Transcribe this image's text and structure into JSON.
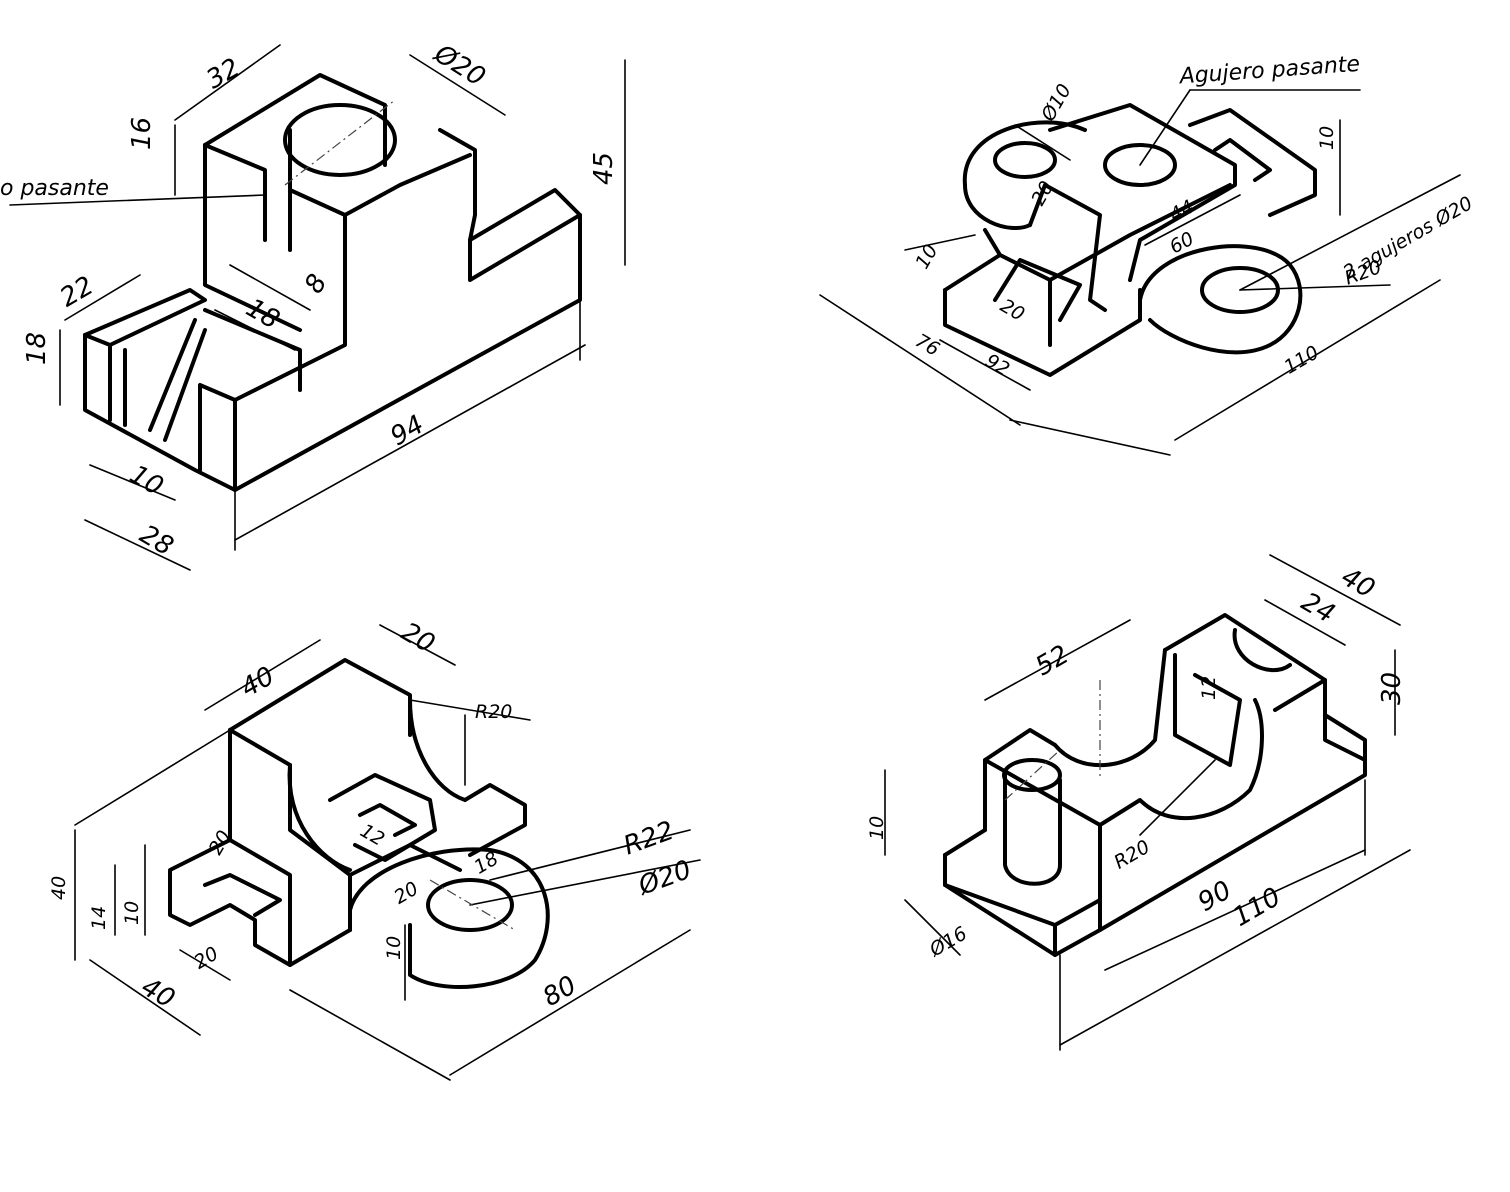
{
  "drawings": [
    {
      "id": "top-left",
      "note": "o pasante",
      "dims": [
        "32",
        "Ø20",
        "16",
        "45",
        "22",
        "18",
        "8",
        "18",
        "94",
        "10",
        "28"
      ]
    },
    {
      "id": "top-right",
      "note": "Agujero pasante",
      "dims": [
        "Ø10",
        "10",
        "20",
        "44",
        "60",
        "2 agujeros Ø20",
        "R20",
        "10",
        "20",
        "76",
        "92",
        "110"
      ]
    },
    {
      "id": "bottom-left",
      "dims": [
        "40",
        "20",
        "R20",
        "40",
        "14",
        "10",
        "20",
        "12",
        "R22",
        "Ø20",
        "18",
        "20",
        "10",
        "20",
        "40",
        "80"
      ]
    },
    {
      "id": "bottom-right",
      "dims": [
        "40",
        "24",
        "52",
        "12",
        "30",
        "10",
        "R20",
        "90",
        "110",
        "Ø16"
      ]
    }
  ]
}
